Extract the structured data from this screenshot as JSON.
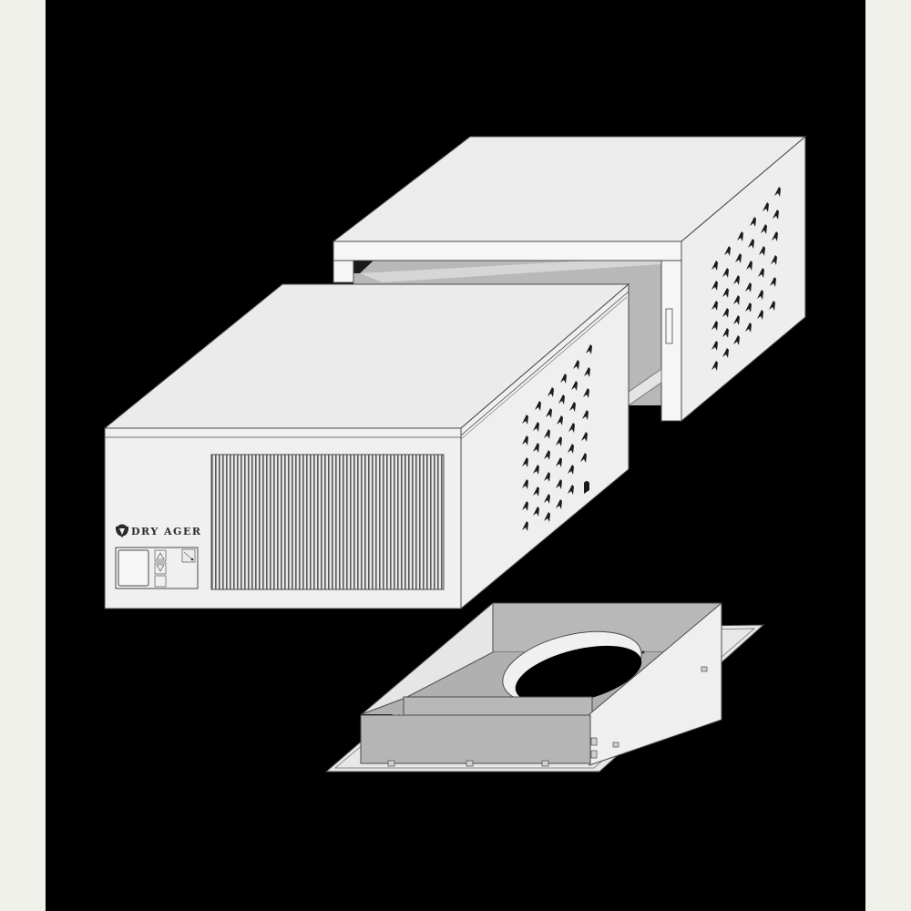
{
  "product": {
    "brand_label": "DRY AGER",
    "components": [
      {
        "name": "Cooling unit",
        "features": [
          "front ventilation grille",
          "control panel",
          "side perforations"
        ]
      },
      {
        "name": "Outer housing",
        "features": [
          "open front frame",
          "side perforations"
        ]
      },
      {
        "name": "Mounting frame",
        "features": [
          "circular air outlet",
          "mounting brackets"
        ]
      }
    ]
  },
  "control_panel": {
    "display": "",
    "up_button": "up-arrow",
    "down_button": "down-arrow",
    "power_button": "",
    "mode_icon": "settings-icon"
  },
  "colors": {
    "background": "#000000",
    "border": "#f1f1ec",
    "face_light": "#ececec",
    "face_white": "#f4f4f4",
    "face_shade": "#b8b8b8",
    "face_mid": "#d6d6d6",
    "stroke": "#4a4a4a"
  }
}
